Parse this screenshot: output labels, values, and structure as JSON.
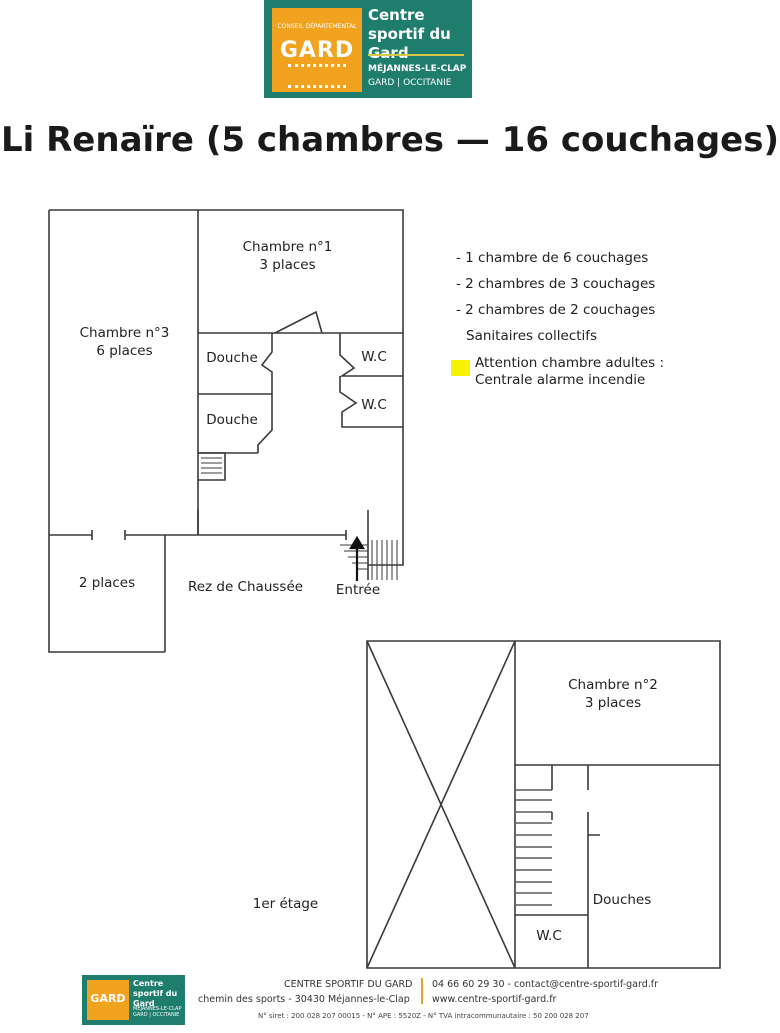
{
  "logo": {
    "badge_small": "CONSEIL DÉPARTEMENTAL",
    "badge_brand": "GARD",
    "name": "Centre sportif du Gard",
    "place": "MÉJANNES-LE-CLAP",
    "region": "GARD | OCCITANIE"
  },
  "title": "Li Renaïre (5 chambres — 16 couchages)",
  "plan": {
    "ground": {
      "chambre1": {
        "name": "Chambre n°1",
        "places": "3 places"
      },
      "chambre3": {
        "name": "Chambre n°3",
        "places": "6 places"
      },
      "douche_a": "Douche",
      "douche_b": "Douche",
      "wc_a": "W.C",
      "wc_b": "W.C",
      "two_places": "2 places",
      "level_label": "Rez de Chaussée",
      "entrance": "Entrée"
    },
    "upper": {
      "chambre2": {
        "name": "Chambre n°2",
        "places": "3 places"
      },
      "douches": "Douches",
      "wc": "W.C",
      "level_label": "1er étage"
    }
  },
  "legend": {
    "items": [
      "- 1 chambre de 6 couchages",
      "- 2 chambres de 3 couchages",
      "- 2 chambres de 2 couchages",
      "Sanitaires collectifs"
    ],
    "warning_line1": "Attention chambre adultes :",
    "warning_line2": "Centrale alarme incendie",
    "warning_color": "#f6f200"
  },
  "footer": {
    "logo_name": "Centre sportif du Gard",
    "logo_sub": "MÉJANNES-LE-CLAP GARD | OCCITANIE",
    "org": "CENTRE SPORTIF DU GARD",
    "address": "chemin des sports - 30430 Méjannes-le-Clap",
    "phone_email": "04 66 60 29 30 - contact@centre-sportif-gard.fr",
    "website": "www.centre-sportif-gard.fr",
    "legal": "N° siret : 200 028 207 00015 - N° APE : 5520Z - N° TVA intracommunautaire : 50 200 028 207"
  }
}
